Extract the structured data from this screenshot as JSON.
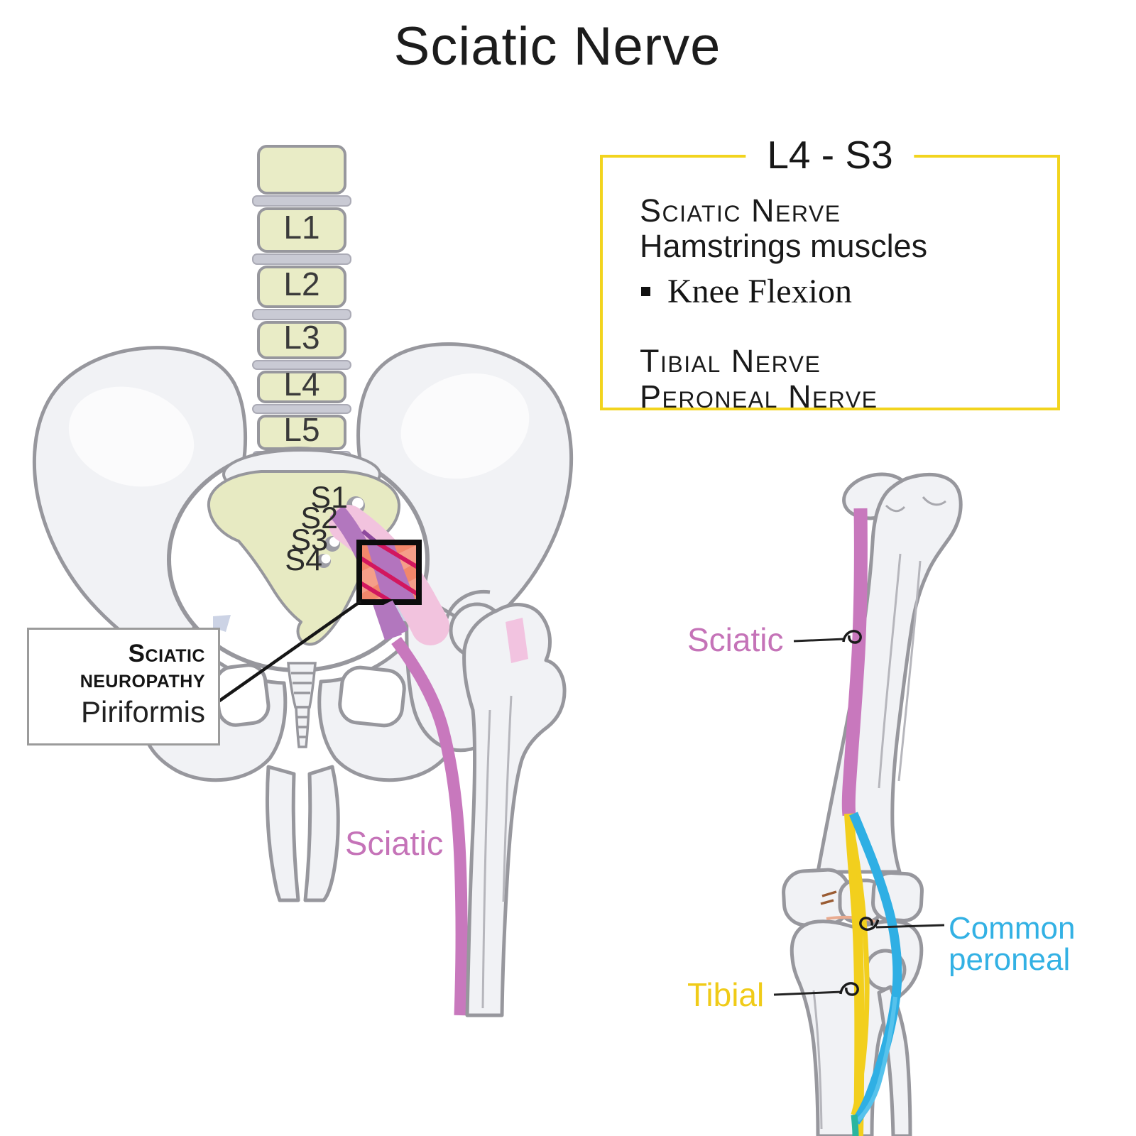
{
  "title": "Sciatic Nerve",
  "info_box": {
    "title": "L4 - S3",
    "nerve_heading": "Sciatic Nerve",
    "muscle_line": "Hamstrings muscles",
    "action_bullet": "Knee Flexion",
    "branch1": "Tibial Nerve",
    "branch2": "Peroneal Nerve"
  },
  "pelvis_diagram": {
    "vertebrae": [
      "L1",
      "L2",
      "L3",
      "L4",
      "L5"
    ],
    "sacral_foramina": [
      "S1",
      "S2",
      "S3",
      "S4"
    ],
    "callout": {
      "line1": "Sciatic",
      "line2": "neuropathy",
      "line3": "Piriformis"
    },
    "sciatic_label": "Sciatic"
  },
  "leg_diagram": {
    "sciatic_label": "Sciatic",
    "tibial_label": "Tibial",
    "peroneal_line1": "Common",
    "peroneal_line2": "peroneal"
  },
  "colors": {
    "sciatic_pink": "#C878BD",
    "tibial_yellow": "#F2CF1D",
    "peroneal_blue": "#2FAFE4",
    "distal_teal": "#2AB5A0",
    "nerve_purple": "#B277BE",
    "muscle_salmon": "#F2876B",
    "muscle_stripe": "#D2175F",
    "box_border_yellow": "#F2D41E",
    "vertebra_fill": "#E9ECC6",
    "bone_fill": "#F1F2F5",
    "bone_outline": "#97979D"
  }
}
